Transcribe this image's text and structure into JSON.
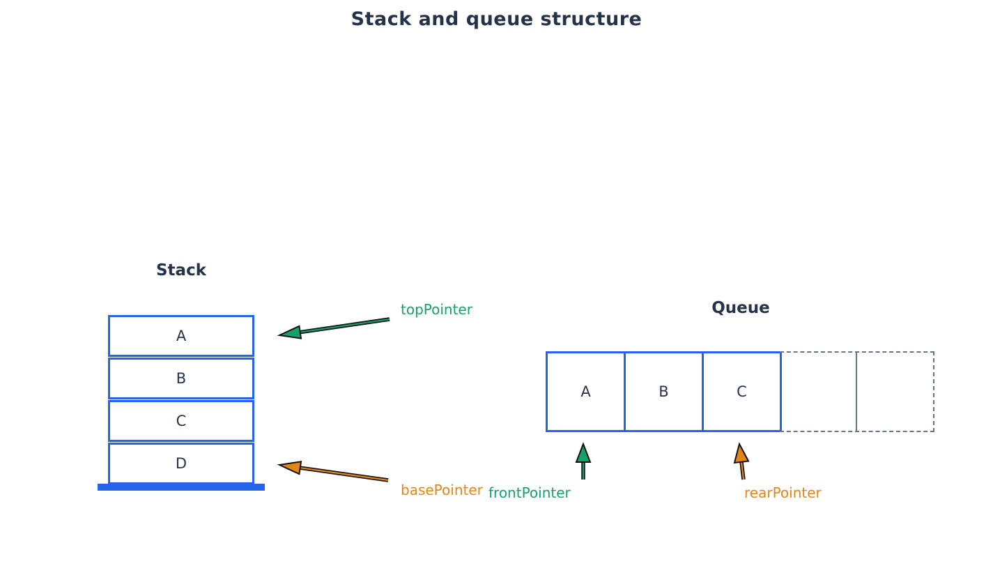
{
  "title": "Stack and queue structure",
  "colors": {
    "background": "#ffffff",
    "blue": "#2563eb",
    "dark": "#24334a",
    "green": "#17a06a",
    "orange": "#e2861a",
    "gray": "#64748b",
    "outline": "#111111"
  },
  "stack": {
    "label": "Stack",
    "cells": [
      "A",
      "B",
      "C",
      "D"
    ],
    "top_pointer": {
      "label": "topPointer",
      "color": "green"
    },
    "base_pointer": {
      "label": "basePointer",
      "color": "orange"
    }
  },
  "queue": {
    "label": "Queue",
    "cells": [
      "A",
      "B",
      "C"
    ],
    "empty_slots": 2,
    "front_pointer": {
      "label": "frontPointer",
      "color": "green"
    },
    "rear_pointer": {
      "label": "rearPointer",
      "color": "orange"
    }
  }
}
